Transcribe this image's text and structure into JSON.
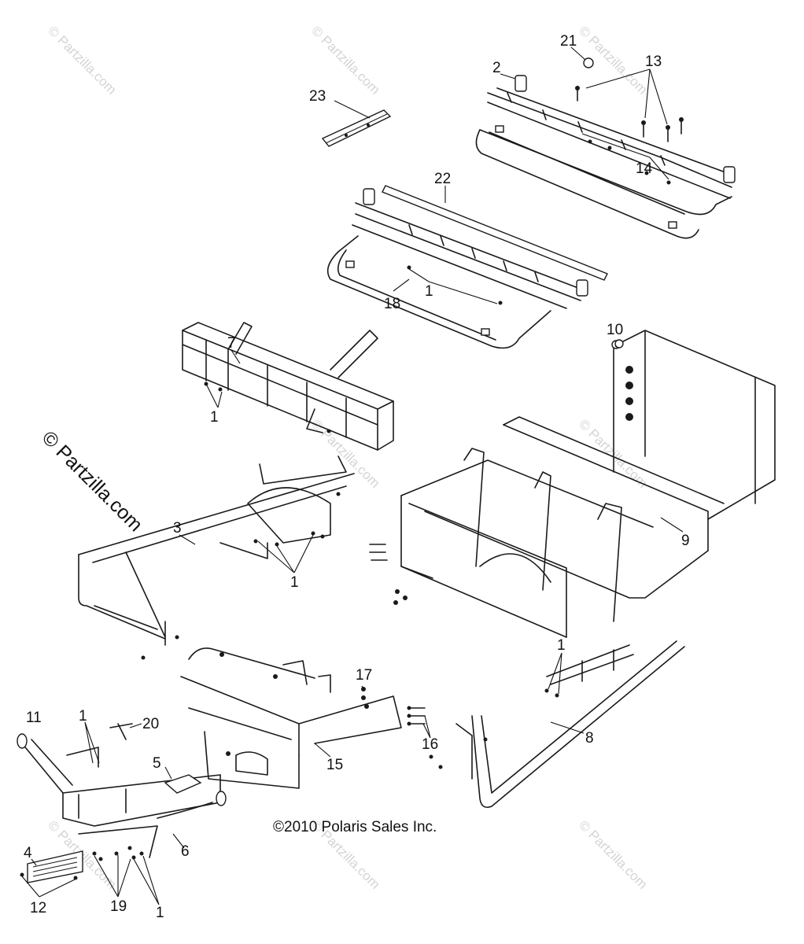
{
  "copyright": "©2010 Polaris Sales Inc.",
  "watermark_main": "© Partzilla.com",
  "watermark_faint": "© Partzilla.com",
  "colors": {
    "line": "#1a1a1a",
    "watermark": "#d4d4d4",
    "background": "#ffffff"
  },
  "callouts": [
    "1",
    "2",
    "3",
    "4",
    "5",
    "6",
    "7",
    "8",
    "9",
    "10",
    "11",
    "12",
    "13",
    "14",
    "15",
    "16",
    "17",
    "18",
    "19",
    "20",
    "21",
    "22",
    "23"
  ]
}
